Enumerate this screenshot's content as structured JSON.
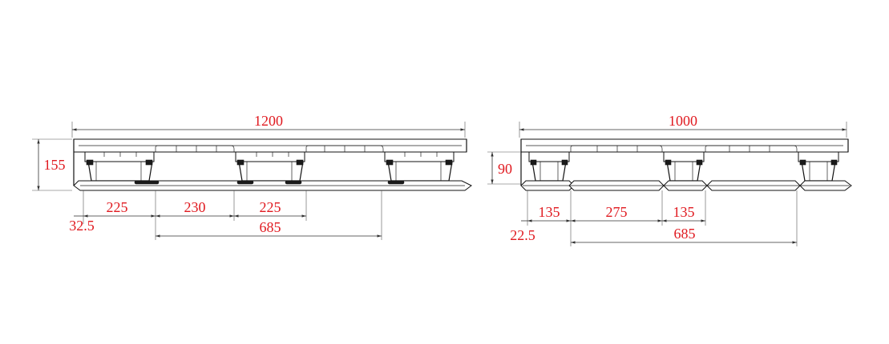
{
  "colors": {
    "dimension_text": "#e0191f",
    "lines": "#222222",
    "background": "#ffffff"
  },
  "left_view": {
    "overall_width": "1200",
    "height": "155",
    "seg_1": "225",
    "seg_2": "230",
    "seg_3": "225",
    "edge_offset": "32.5",
    "span": "685"
  },
  "right_view": {
    "overall_width": "1000",
    "height": "90",
    "seg_1": "135",
    "seg_2": "275",
    "seg_3": "135",
    "edge_offset": "22.5",
    "span": "685"
  }
}
